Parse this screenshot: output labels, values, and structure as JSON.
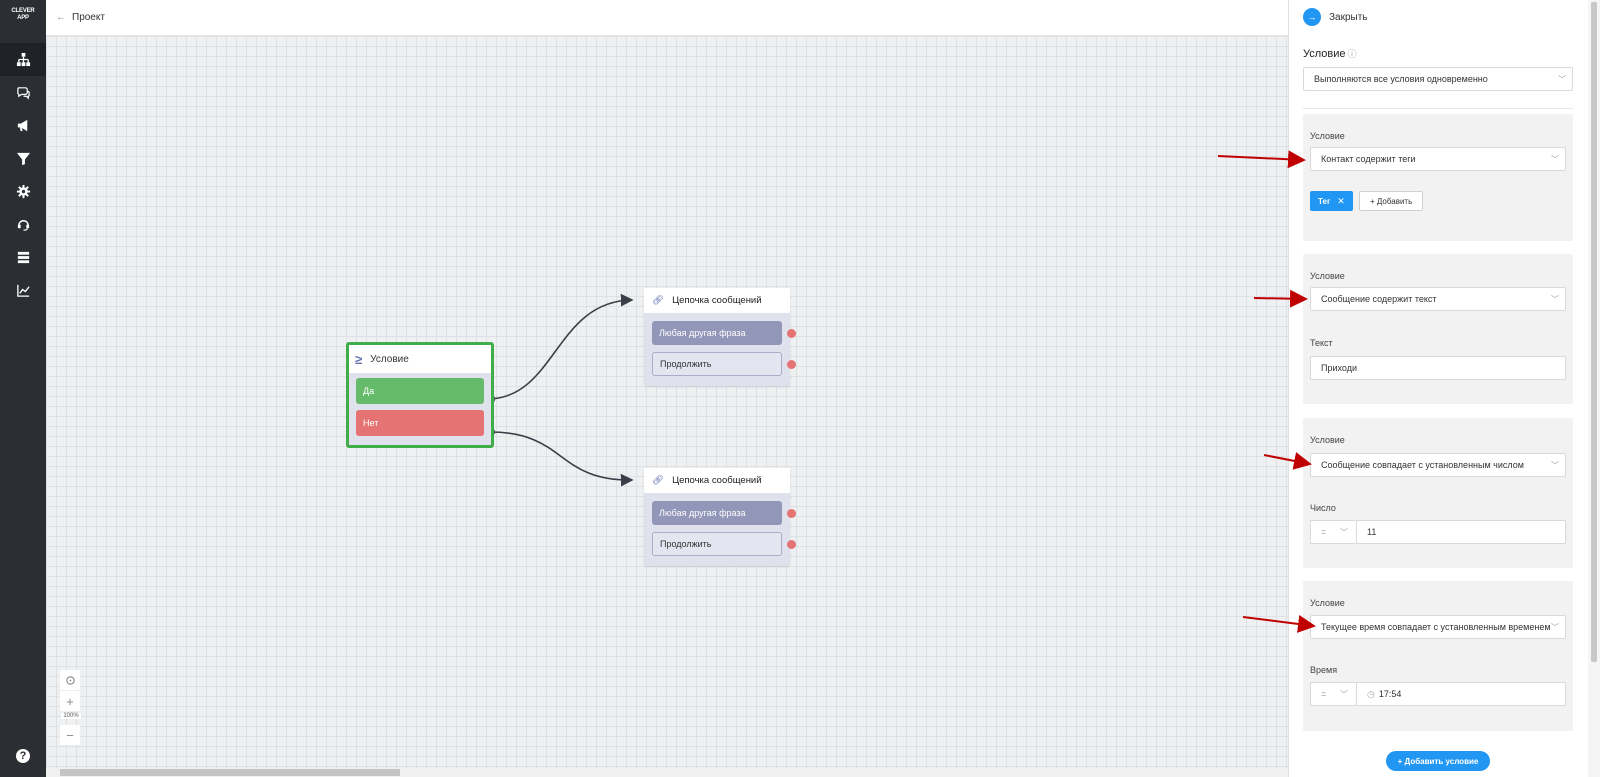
{
  "sidebar": {
    "logo_line1": "CLEVER",
    "logo_line2": "APP",
    "items": [
      {
        "icon": "sitemap-icon"
      },
      {
        "icon": "chat-icon"
      },
      {
        "icon": "megaphone-icon"
      },
      {
        "icon": "filter-icon"
      },
      {
        "icon": "gear-icon"
      },
      {
        "icon": "support-icon"
      },
      {
        "icon": "database-icon"
      },
      {
        "icon": "chart-icon"
      }
    ],
    "help": "?"
  },
  "topbar": {
    "back_arrow": "←",
    "title": "Проект"
  },
  "canvas": {
    "condition_node": {
      "title": "Условие",
      "yes_label": "Да",
      "no_label": "Нет"
    },
    "chain_node_1": {
      "title": "Цепочка сообщений",
      "any_phrase": "Любая другая фраза",
      "continue": "Продолжить"
    },
    "chain_node_2": {
      "title": "Цепочка сообщений",
      "any_phrase": "Любая другая фраза",
      "continue": "Продолжить"
    },
    "zoom": {
      "plus": "+",
      "minus": "−",
      "level": "100%"
    }
  },
  "panel": {
    "close_label": "Закрыть",
    "title": "Условие",
    "mode_select": "Выполняются все условия одновременно",
    "groups": [
      {
        "label": "Условие",
        "select": "Контакт содержит теги",
        "tag": "Тег",
        "add_label": "+ Добавить"
      },
      {
        "label": "Условие",
        "select": "Сообщение содержит текст",
        "field_label": "Текст",
        "field_value": "Приходи"
      },
      {
        "label": "Условие",
        "select": "Сообщение совпадает с установленным числом",
        "field_label": "Число",
        "operator": "=",
        "field_value": "11"
      },
      {
        "label": "Условие",
        "select": "Текущее время совпадает с установленным временем",
        "field_label": "Время",
        "operator": "=",
        "field_value": "17:54"
      }
    ],
    "add_condition": "+ Добавить условие"
  },
  "colors": {
    "accent": "#2196f3",
    "yes_green": "#66bb6a",
    "no_red": "#e57373",
    "node_border": "#3fae49",
    "annotation_arrow": "#c00000"
  }
}
